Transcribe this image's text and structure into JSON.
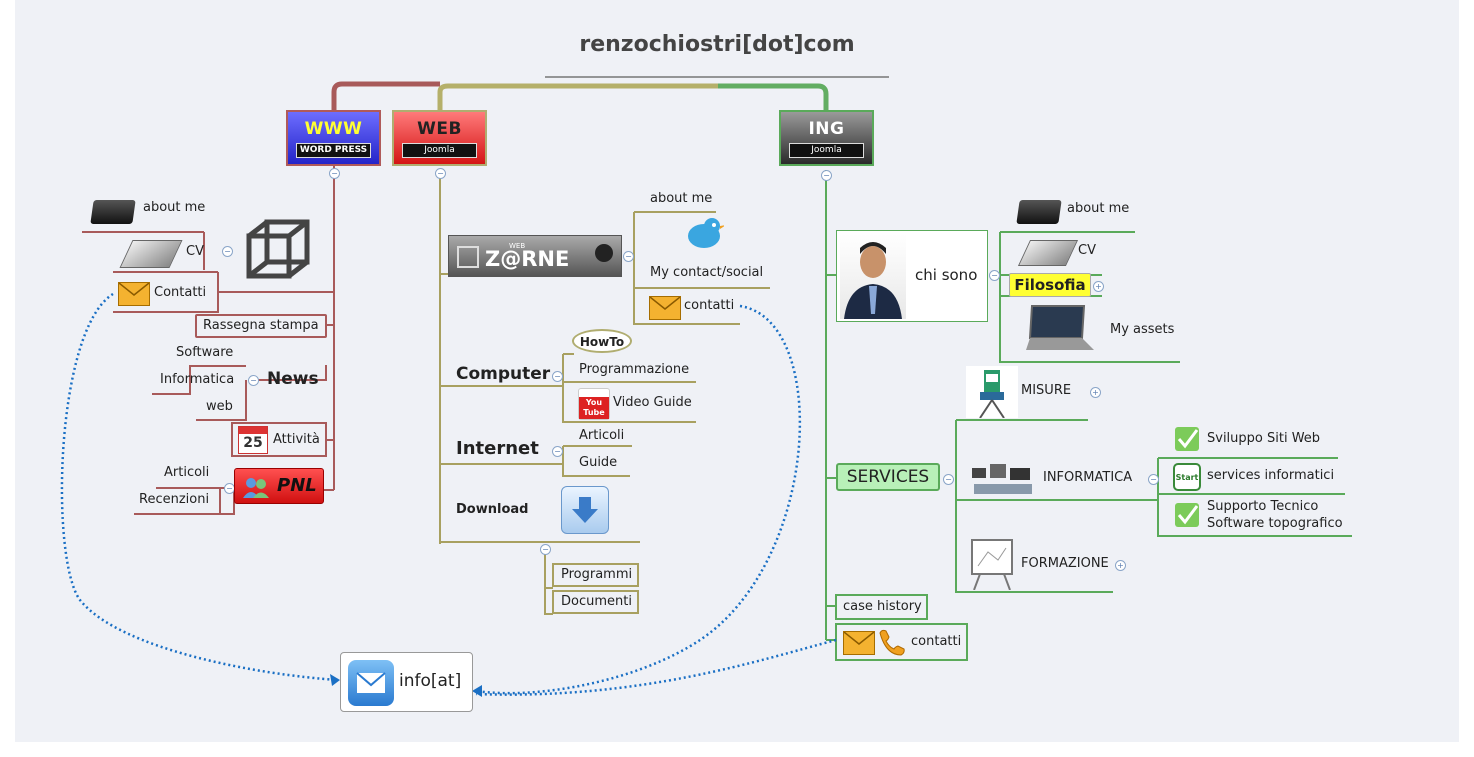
{
  "title": "renzochiostri[dot]com",
  "colors": {
    "www": "#a85a5a",
    "web": "#a8a85a",
    "ing": "#5aaa5a",
    "link": "#1a6fc4",
    "accent": "#ffff33"
  },
  "branches": {
    "www": {
      "label": "WWW",
      "sub": "WORD PRESS"
    },
    "web": {
      "label": "WEB",
      "sub": "Joomla"
    },
    "ing": {
      "label": "ING",
      "sub": "Joomla"
    }
  },
  "www": {
    "about": "about me",
    "cv": "CV",
    "contatti": "Contatti",
    "rassegna": "Rassegna stampa",
    "news": "News",
    "news_items": [
      "Software",
      "Informatica",
      "web"
    ],
    "attivita": "Attività",
    "calendar_day": "25",
    "pnl": "PNL",
    "pnl_items": [
      "Articoli",
      "Recenzioni"
    ]
  },
  "web": {
    "zarne": "Z@RNE",
    "zarne_small": "WEB",
    "about": "about me",
    "contact_social": "My contact/social",
    "contatti": "contatti",
    "computer": "Computer",
    "howto": "HowTo",
    "programmazione": "Programmazione",
    "videoguide": "Video Guide",
    "youtube": "You Tube",
    "internet": "Internet",
    "articoli": "Articoli",
    "guide": "Guide",
    "download": "Download",
    "programmi": "Programmi",
    "documenti": "Documenti"
  },
  "ing": {
    "chisono": "chi sono",
    "about": "about me",
    "cv": "CV",
    "filosofia": "Filosofia",
    "assets": "My assets",
    "services": "SERVICES",
    "misure": "MISURE",
    "informatica": "INFORMATICA",
    "sviluppo": "Sviluppo Siti Web",
    "servinfo": "services informatici",
    "start": "Start",
    "supporto1": "Supporto Tecnico",
    "supporto2": "Software topografico",
    "formazione": "FORMAZIONE",
    "casehistory": "case history",
    "contatti": "contatti"
  },
  "info": "info[at]"
}
